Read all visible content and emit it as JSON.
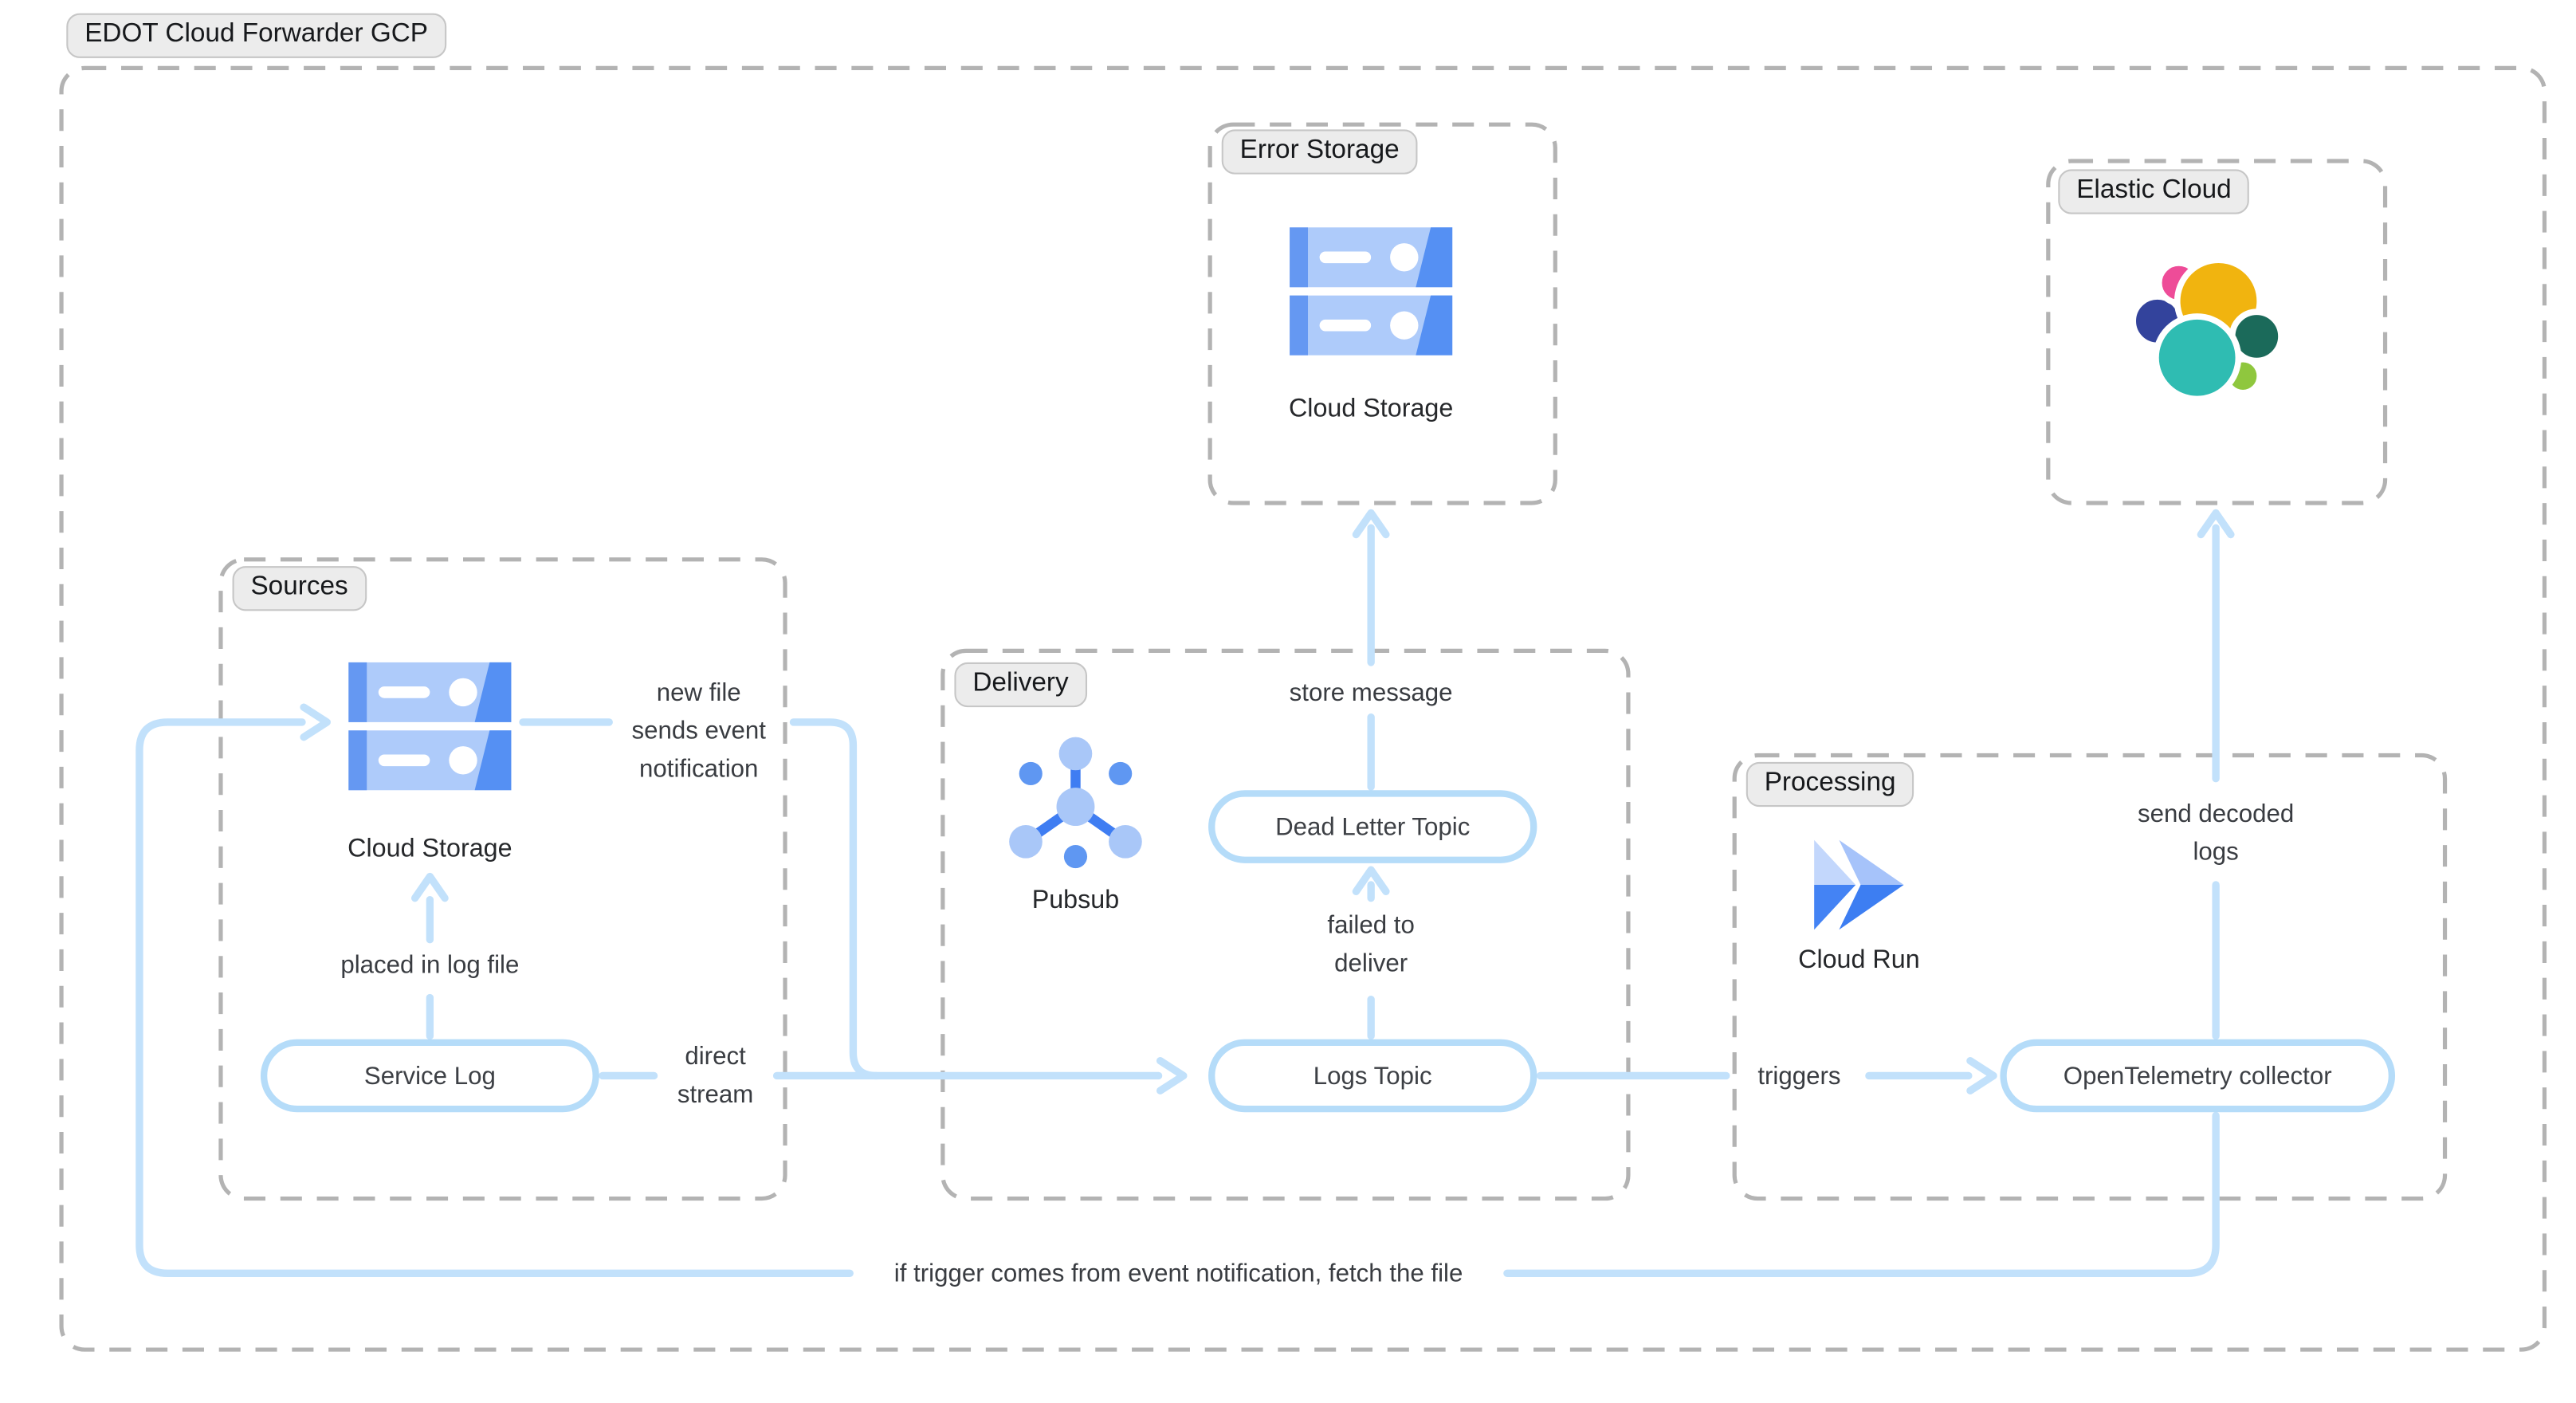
{
  "title": "EDOT Cloud Forwarder GCP",
  "groups": {
    "sources": {
      "label": "Sources"
    },
    "delivery": {
      "label": "Delivery"
    },
    "error_storage": {
      "label": "Error Storage"
    },
    "elastic_cloud": {
      "label": "Elastic Cloud"
    },
    "processing": {
      "label": "Processing"
    }
  },
  "nodes": {
    "cloud_storage_sources": {
      "label": "Cloud Storage",
      "icon": "cloud-storage-icon"
    },
    "service_log": {
      "label": "Service Log"
    },
    "pubsub": {
      "label": "Pubsub",
      "icon": "pubsub-icon"
    },
    "dead_letter_topic": {
      "label": "Dead Letter Topic"
    },
    "logs_topic": {
      "label": "Logs Topic"
    },
    "cloud_storage_error": {
      "label": "Cloud Storage",
      "icon": "cloud-storage-icon"
    },
    "cloud_run": {
      "label": "Cloud Run",
      "icon": "cloud-run-icon"
    },
    "otel_collector": {
      "label": "OpenTelemetry collector"
    },
    "elastic": {
      "icon": "elastic-logo"
    }
  },
  "edge_labels": {
    "new_file_1": "new file",
    "new_file_2": "sends event",
    "new_file_3": "notification",
    "placed": "placed in log file",
    "direct_1": "direct",
    "direct_2": "stream",
    "store_message": "store message",
    "failed_1": "failed to",
    "failed_2": "deliver",
    "triggers": "triggers",
    "send_decoded_1": "send decoded",
    "send_decoded_2": "logs",
    "fetch_file": "if trigger comes from event notification, fetch the file"
  },
  "colors": {
    "flow_line": "#c2e1fb",
    "node_border": "#b5dcf9",
    "dashed_border": "#b3b3b3",
    "badge_bg": "#ececec",
    "badge_border": "#c6c6c6",
    "gcp_blue": "#4285f4",
    "gcp_blue_light": "#aecbfa",
    "gcp_blue_mid": "#5f97f2",
    "elastic_yellow": "#f1b40f",
    "elastic_pink": "#ee4c98",
    "elastic_navy": "#33439c",
    "elastic_teal": "#2fbcb2",
    "elastic_dark_green": "#1b6a5a",
    "elastic_light_green": "#8fc73e"
  }
}
